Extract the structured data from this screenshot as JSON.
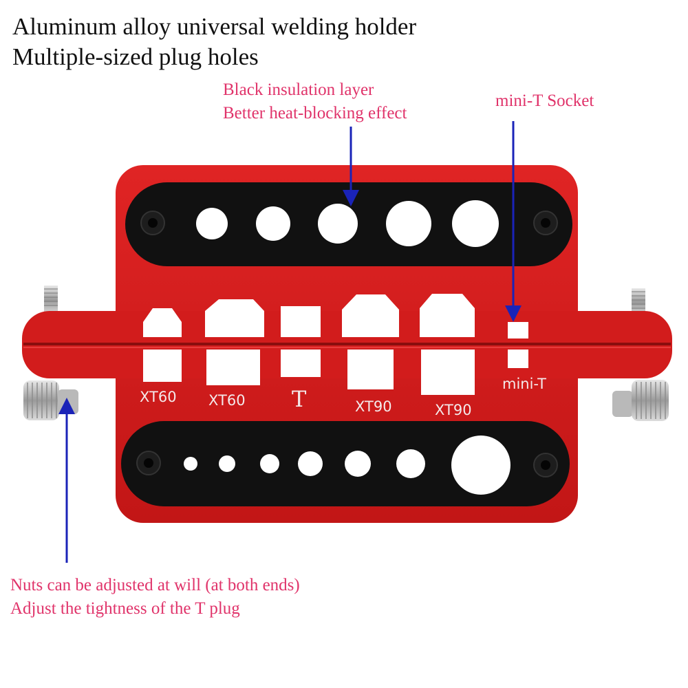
{
  "headline": {
    "line1": "Aluminum alloy universal welding holder",
    "line2": "Multiple-sized plug holes"
  },
  "callouts": {
    "insulation": {
      "line1": "Black insulation layer",
      "line2": "Better heat-blocking effect"
    },
    "mini_t": {
      "line1": "mini-T Socket"
    },
    "nuts": {
      "line1": "Nuts can be adjusted at will (at both ends)",
      "line2": "Adjust the tightness of the T plug"
    }
  },
  "slot_labels": [
    "XT60",
    "XT60",
    "T",
    "XT90",
    "XT90",
    "mini-T"
  ],
  "colors": {
    "body_red": "#d21c1c",
    "insulation_black": "#111111",
    "callout_text": "#e0336a",
    "arrow_blue": "#1a23b8"
  }
}
